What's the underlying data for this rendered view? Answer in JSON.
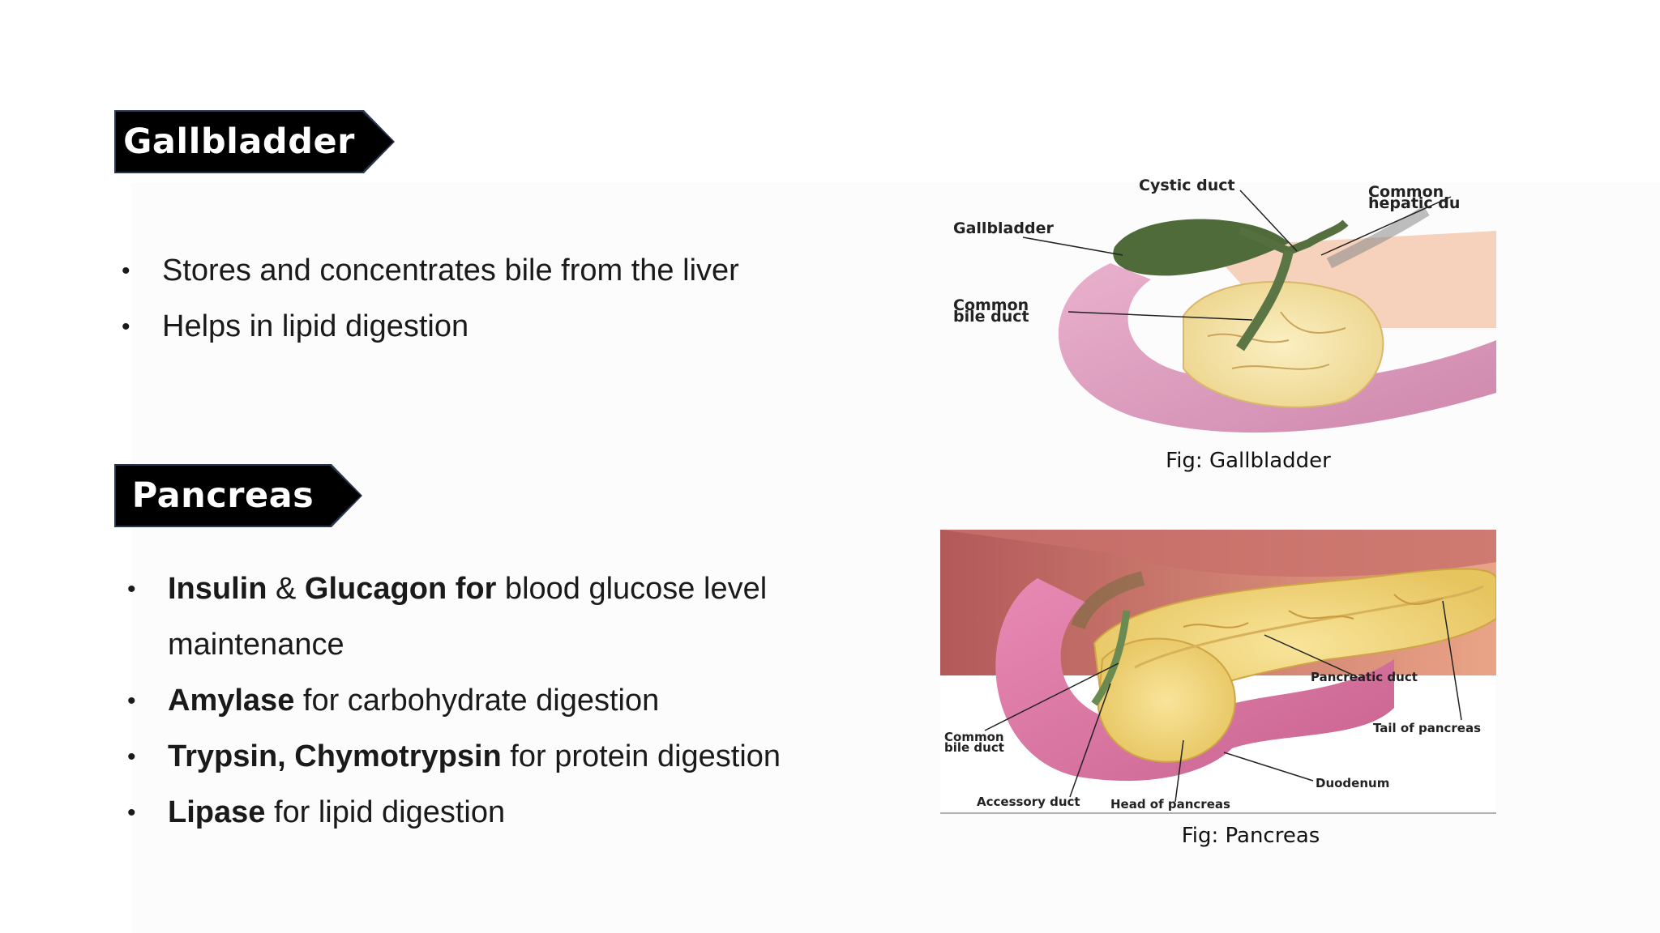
{
  "gallbladder_section": {
    "title": "Gallbladder",
    "bullets": [
      "Stores and concentrates bile from the liver",
      "Helps in lipid digestion"
    ],
    "figure": {
      "labels": {
        "cystic_duct": "Cystic duct",
        "common_hepatic_1": "Common",
        "common_hepatic_2": "hepatic du",
        "gallbladder": "Gallbladder",
        "common_bile_1": "Common",
        "common_bile_2": "bile duct"
      },
      "caption": "Fig: Gallbladder"
    }
  },
  "pancreas_section": {
    "title": "Pancreas",
    "bullets": [
      {
        "bold1": "Insulin",
        "plain1": " & ",
        "bold2": "Glucagon for",
        "plain2": " blood glucose level maintenance"
      },
      {
        "bold1": "Amylase",
        "plain1": " for carbohydrate digestion"
      },
      {
        "bold1": "Trypsin, Chymotrypsin",
        "plain1": " for protein digestion"
      },
      {
        "bold1": "Lipase",
        "plain1": " for lipid digestion"
      }
    ],
    "figure": {
      "labels": {
        "pancreatic_duct": "Pancreatic duct",
        "tail": "Tail of pancreas",
        "common_bile_1": "Common",
        "common_bile_2": "bile duct",
        "duodenum": "Duodenum",
        "accessory_duct": "Accessory duct",
        "head": "Head of pancreas"
      },
      "caption": "Fig: Pancreas"
    }
  },
  "colors": {
    "banner_bg": "#000000",
    "banner_text": "#ffffff",
    "gallbladder_green": "#4f6b3a",
    "duodenum_pink": "#d88fb0",
    "pancreas_yellow": "#f3dc8a"
  }
}
